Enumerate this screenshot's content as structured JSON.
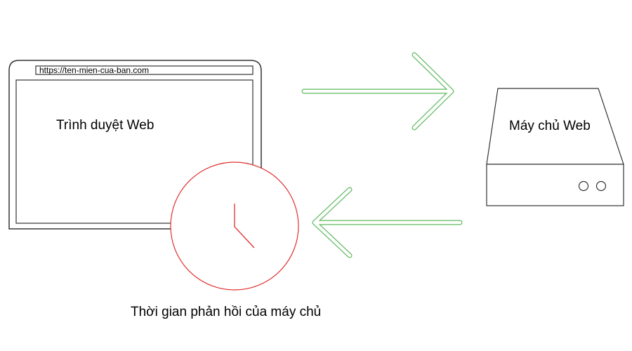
{
  "browser": {
    "url": "https://ten-mien-cua-ban.com",
    "label": "Trình duyệt Web"
  },
  "server": {
    "label": "Máy chủ Web"
  },
  "clock": {
    "caption": "Thời gian phản hồi của máy chủ"
  },
  "colors": {
    "arrow": "#5cb85c",
    "clock": "#e03030",
    "outline": "#333333"
  }
}
